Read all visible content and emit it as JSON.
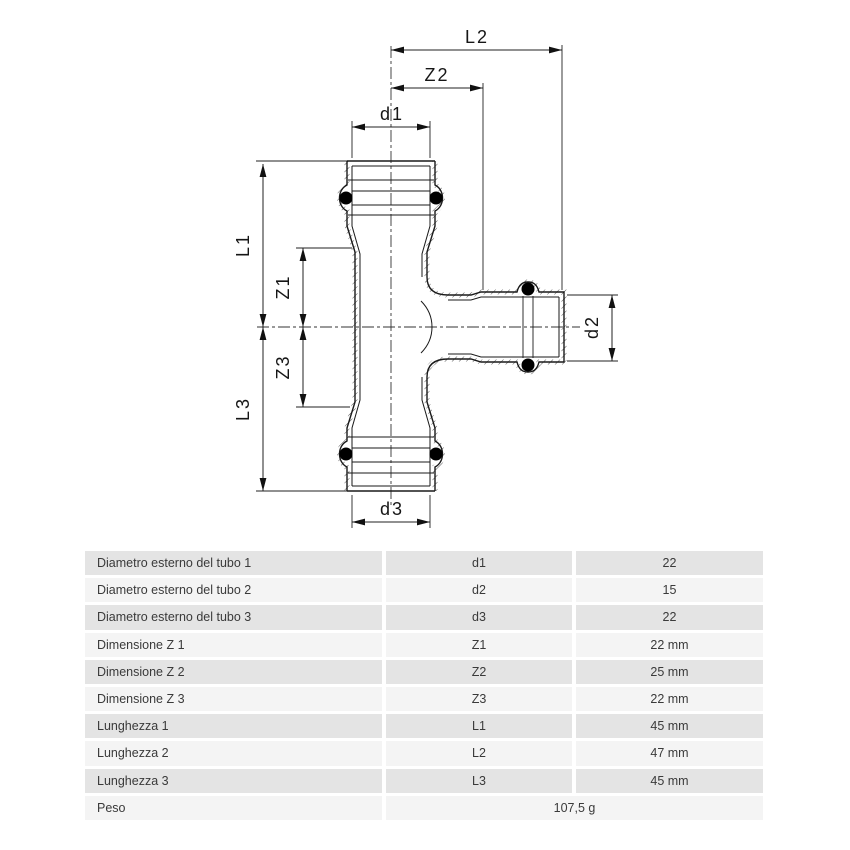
{
  "diagram": {
    "labels": {
      "l2": "L2",
      "z2": "Z2",
      "d1": "d1",
      "l1": "L1",
      "z1": "Z1",
      "z3": "Z3",
      "l3": "L3",
      "d3": "d3",
      "d2": "d2"
    },
    "line_color": "#1a1a1a",
    "oring_color": "#000000"
  },
  "table": {
    "row_color_odd": "#e4e4e4",
    "row_color_even": "#f4f4f4",
    "rows": [
      {
        "label": "Diametro esterno del tubo 1",
        "symbol": "d1",
        "value": "22"
      },
      {
        "label": "Diametro esterno del tubo 2",
        "symbol": "d2",
        "value": "15"
      },
      {
        "label": "Diametro esterno del tubo 3",
        "symbol": "d3",
        "value": "22"
      },
      {
        "label": "Dimensione Z 1",
        "symbol": "Z1",
        "value": "22 mm"
      },
      {
        "label": "Dimensione Z 2",
        "symbol": "Z2",
        "value": "25 mm"
      },
      {
        "label": "Dimensione Z 3",
        "symbol": "Z3",
        "value": "22 mm"
      },
      {
        "label": "Lunghezza 1",
        "symbol": "L1",
        "value": "45 mm"
      },
      {
        "label": "Lunghezza 2",
        "symbol": "L2",
        "value": "47 mm"
      },
      {
        "label": "Lunghezza 3",
        "symbol": "L3",
        "value": "45 mm"
      },
      {
        "label": "Peso",
        "symbol": "",
        "value": "107,5 g"
      }
    ]
  }
}
